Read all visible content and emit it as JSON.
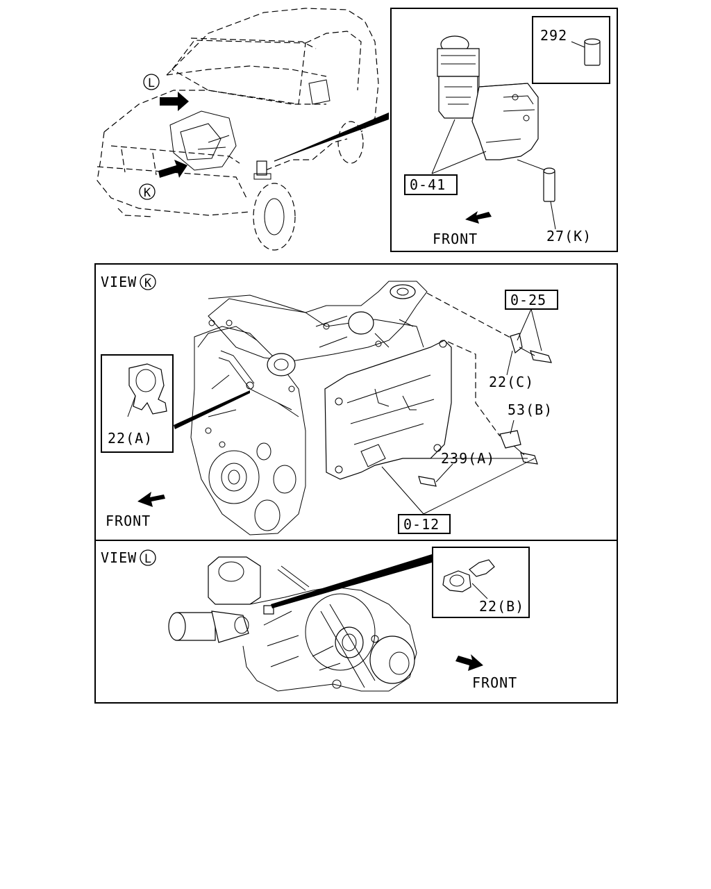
{
  "overview": {
    "callout_l": "L",
    "callout_k": "K"
  },
  "detail_box": {
    "part_292": "292",
    "ref_0_41": "0-41",
    "part_27k": "27(K)",
    "front": "FRONT"
  },
  "view_k": {
    "title": "VIEW",
    "title_letter": "K",
    "ref_0_25": "0-25",
    "part_22c": "22(C)",
    "part_53b": "53(B)",
    "part_239a": "239(A)",
    "ref_0_12": "0-12",
    "part_22a": "22(A)",
    "front": "FRONT"
  },
  "view_l": {
    "title": "VIEW",
    "title_letter": "L",
    "part_22b": "22(B)",
    "front": "FRONT"
  },
  "icons": [
    "front-arrow-icon",
    "callout-circle-icon"
  ]
}
